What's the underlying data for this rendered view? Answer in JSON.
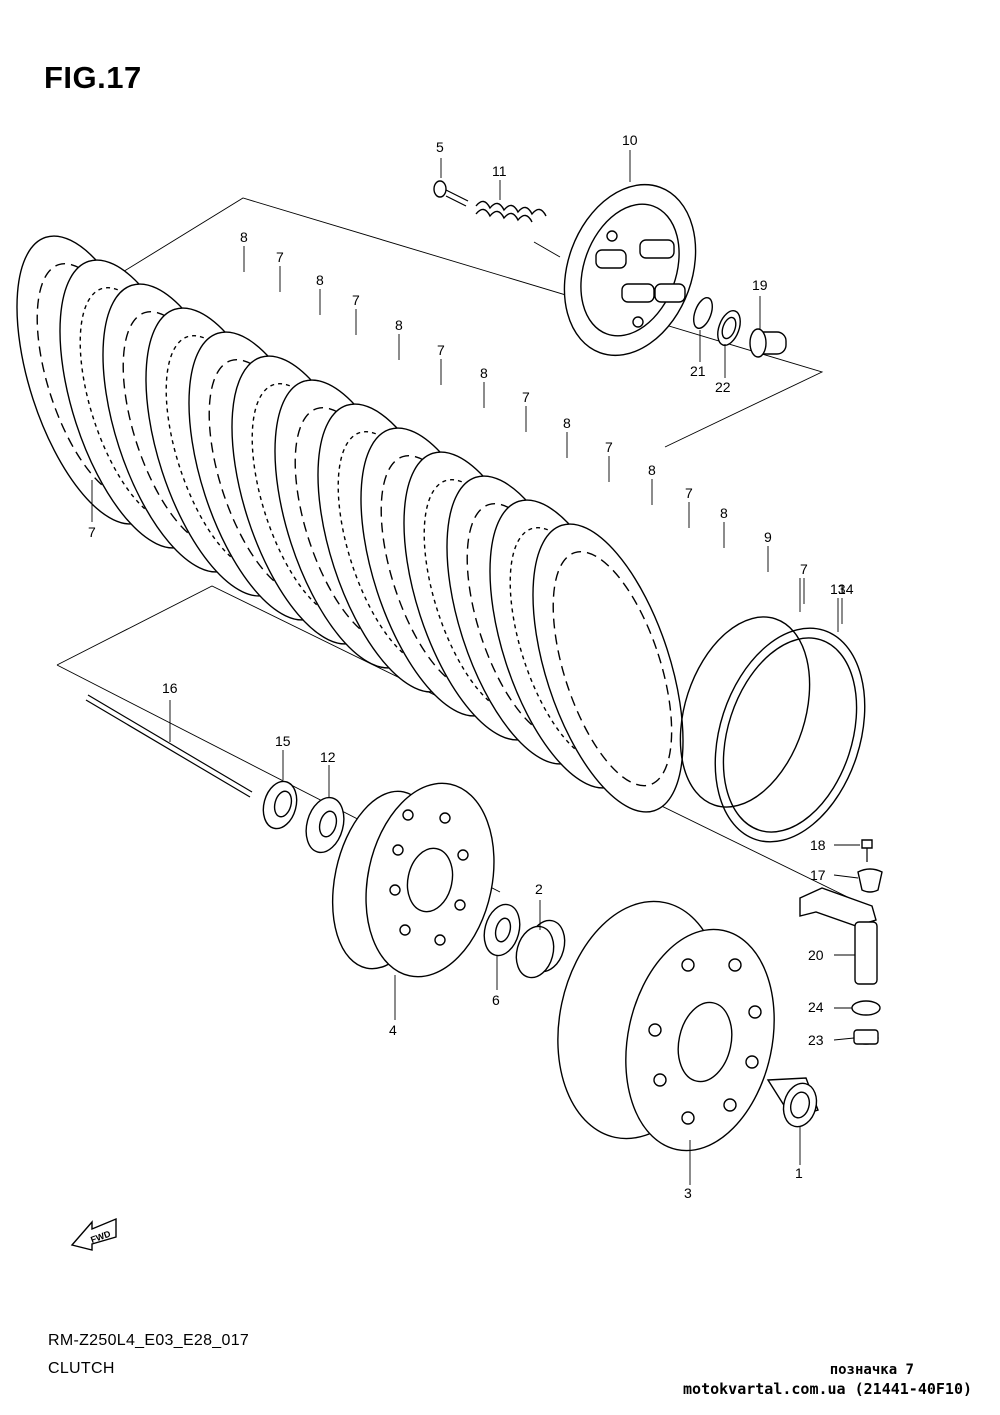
{
  "figure": {
    "title": "FIG.17",
    "code": "RM-Z250L4_E03_E28_017",
    "name": "CLUTCH",
    "fwd_label": "FWD"
  },
  "watermark": {
    "line1": "позначка 7",
    "line2": "motokvartal.com.ua (21441-40F10)"
  },
  "callouts": [
    "1",
    "2",
    "3",
    "4",
    "5",
    "6",
    "7",
    "8",
    "9",
    "10",
    "11",
    "12",
    "13",
    "14",
    "15",
    "16",
    "17",
    "18",
    "19",
    "20",
    "21",
    "22",
    "23",
    "24"
  ],
  "plate_stack_callouts": [
    "8",
    "7",
    "8",
    "7",
    "8",
    "7",
    "8",
    "7",
    "8",
    "7",
    "8",
    "7",
    "8",
    "9",
    "7",
    "14",
    "13"
  ]
}
